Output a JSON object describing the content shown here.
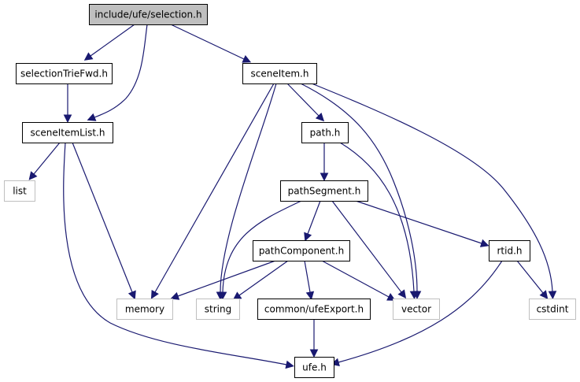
{
  "title": "include/ufe/selection.h include dependency graph",
  "colors": {
    "edge": "#191970",
    "root_fill": "#bfbfbf",
    "root_border": "#000000",
    "documented_border": "#000000",
    "external_border": "#bfbfbf",
    "node_fill": "#ffffff"
  },
  "nodes": [
    {
      "id": "selection",
      "label": "include/ufe/selection.h",
      "kind": "root"
    },
    {
      "id": "selectionTrieFwd",
      "label": "selectionTrieFwd.h",
      "kind": "documented"
    },
    {
      "id": "sceneItemList",
      "label": "sceneItemList.h",
      "kind": "documented"
    },
    {
      "id": "list",
      "label": "list",
      "kind": "external"
    },
    {
      "id": "sceneItem",
      "label": "sceneItem.h",
      "kind": "documented"
    },
    {
      "id": "path",
      "label": "path.h",
      "kind": "documented"
    },
    {
      "id": "pathSegment",
      "label": "pathSegment.h",
      "kind": "documented"
    },
    {
      "id": "pathComponent",
      "label": "pathComponent.h",
      "kind": "documented"
    },
    {
      "id": "memory",
      "label": "memory",
      "kind": "external"
    },
    {
      "id": "string",
      "label": "string",
      "kind": "external"
    },
    {
      "id": "ufeExport",
      "label": "common/ufeExport.h",
      "kind": "documented"
    },
    {
      "id": "vector",
      "label": "vector",
      "kind": "external"
    },
    {
      "id": "rtid",
      "label": "rtid.h",
      "kind": "documented"
    },
    {
      "id": "cstdint",
      "label": "cstdint",
      "kind": "external"
    },
    {
      "id": "ufe",
      "label": "ufe.h",
      "kind": "documented"
    }
  ],
  "edges": [
    {
      "from": "selection",
      "to": "selectionTrieFwd"
    },
    {
      "from": "selection",
      "to": "sceneItemList"
    },
    {
      "from": "selection",
      "to": "sceneItem"
    },
    {
      "from": "selectionTrieFwd",
      "to": "sceneItemList"
    },
    {
      "from": "sceneItemList",
      "to": "list"
    },
    {
      "from": "sceneItemList",
      "to": "memory"
    },
    {
      "from": "sceneItemList",
      "to": "ufe"
    },
    {
      "from": "sceneItem",
      "to": "path"
    },
    {
      "from": "sceneItem",
      "to": "memory"
    },
    {
      "from": "sceneItem",
      "to": "string"
    },
    {
      "from": "sceneItem",
      "to": "vector"
    },
    {
      "from": "sceneItem",
      "to": "cstdint"
    },
    {
      "from": "path",
      "to": "pathSegment"
    },
    {
      "from": "path",
      "to": "vector"
    },
    {
      "from": "pathSegment",
      "to": "pathComponent"
    },
    {
      "from": "pathSegment",
      "to": "string"
    },
    {
      "from": "pathSegment",
      "to": "vector"
    },
    {
      "from": "pathSegment",
      "to": "rtid"
    },
    {
      "from": "pathComponent",
      "to": "memory"
    },
    {
      "from": "pathComponent",
      "to": "string"
    },
    {
      "from": "pathComponent",
      "to": "ufeExport"
    },
    {
      "from": "pathComponent",
      "to": "vector"
    },
    {
      "from": "ufeExport",
      "to": "ufe"
    },
    {
      "from": "rtid",
      "to": "ufe"
    },
    {
      "from": "rtid",
      "to": "cstdint"
    }
  ]
}
